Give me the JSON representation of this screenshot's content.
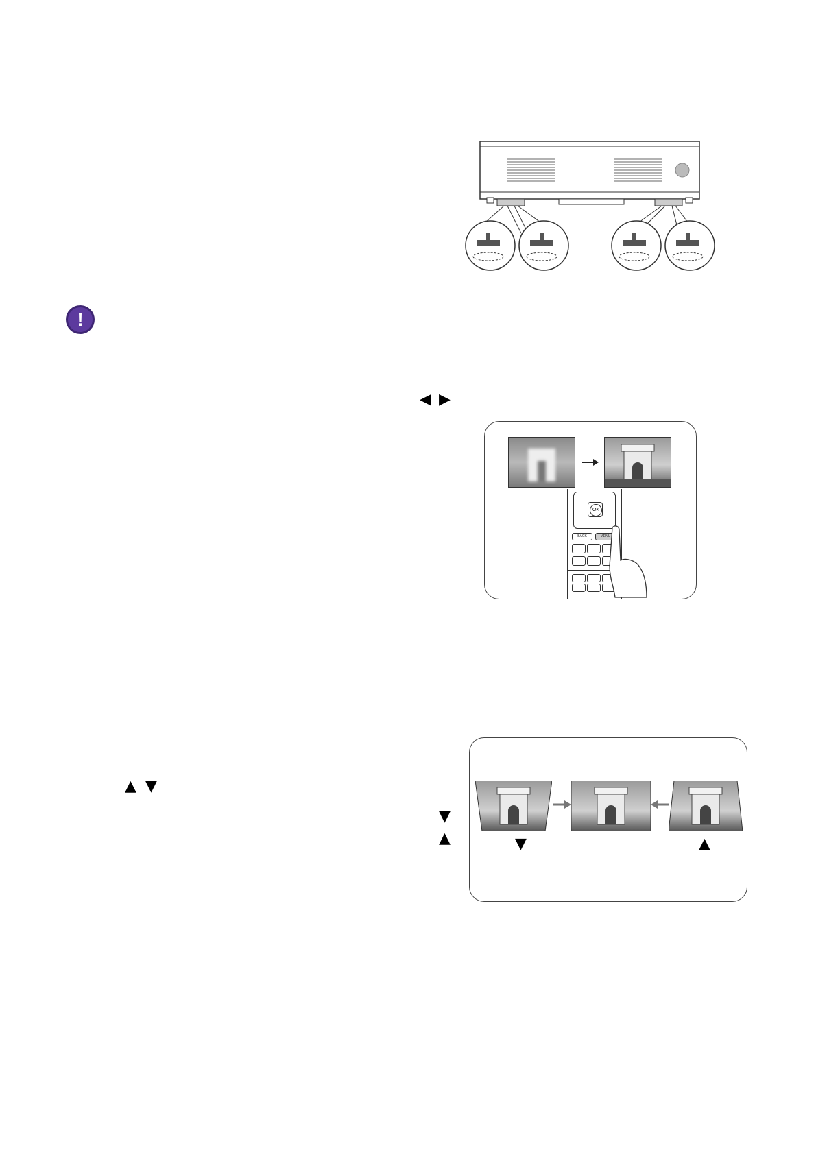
{
  "colors": {
    "note_icon": "#5c3a9e",
    "note_icon_border": "#3e2673",
    "line": "#333333"
  },
  "icons": {
    "note": "exclamation-icon",
    "left_right": [
      "triangle-left-icon",
      "triangle-right-icon"
    ],
    "up_down": [
      "triangle-up-icon",
      "triangle-down-icon"
    ]
  },
  "glyphs": {
    "note_mark": "!",
    "left": "◀",
    "right": "▶",
    "up": "▲",
    "down": "▼"
  },
  "remote": {
    "ok_label": "OK",
    "back_label": "BACK",
    "menu_label": "MENU"
  }
}
